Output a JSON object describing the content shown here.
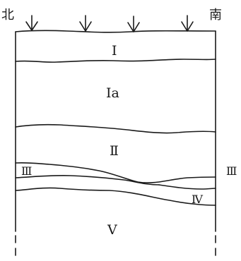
{
  "orientation": {
    "north": "北",
    "south": "南"
  },
  "layers": {
    "I": "Ⅰ",
    "Ia": "Ⅰa",
    "II": "Ⅱ",
    "III_left": "Ⅲ",
    "III_right": "Ⅲ",
    "IV": "Ⅳ",
    "V": "Ⅴ"
  },
  "arrow_count": 4
}
